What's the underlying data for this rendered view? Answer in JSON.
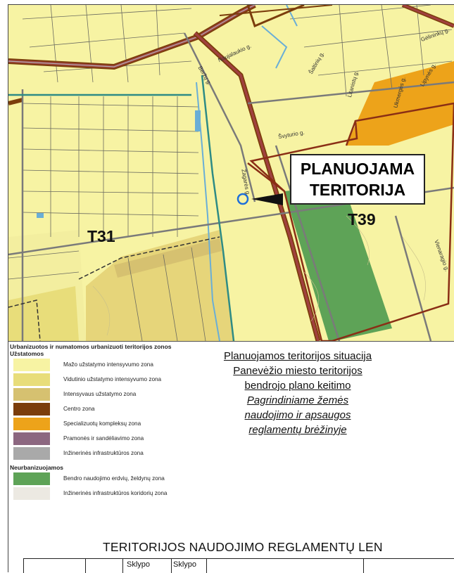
{
  "map": {
    "zones": {
      "t31": "T31",
      "t39": "T39"
    },
    "planned_area": {
      "line1": "PLANUOJAMA",
      "line2": "TERITORIJA"
    },
    "streets": [
      "Naujalaukio g.",
      "Žagarės g.",
      "Šaltinių g.",
      "Gėlininkų g.",
      "Švyturio g.",
      "Vienaragio g.",
      "Litanistų g.",
      "Ukmergės g.",
      "Beržų g.",
      "Lipynės g."
    ]
  },
  "legend": {
    "group1_title": "Urbanizuotos ir numatomos urbanizuoti teritorijos zonos",
    "group1_subtitle": "Užstatomos",
    "group1_items": [
      {
        "label": "Mažo užstatymo intensyvumo zona",
        "color": "#f7f3a3"
      },
      {
        "label": "Vidutinio užstatymo intensyvumo zona",
        "color": "#e8dd7a"
      },
      {
        "label": "Intensyvaus užstatymo zona",
        "color": "#d6c170"
      },
      {
        "label": "Centro zona",
        "color": "#7b3d0c"
      },
      {
        "label": "Specializuotų kompleksų zona",
        "color": "#eda31a"
      },
      {
        "label": "Pramonės ir sandėliavimo zona",
        "color": "#8c6780"
      },
      {
        "label": "Inžinerinės infrastruktūros zona",
        "color": "#a9a9a9"
      }
    ],
    "group2_title": "Neurbanizuojamos",
    "group2_items": [
      {
        "label": "Bendro naudojimo erdvių, želdynų zona",
        "color": "#5ea357"
      },
      {
        "label": "Inžinerinės infrastruktūros koridorių zona",
        "color": "#ece9e2"
      }
    ]
  },
  "caption": {
    "line1": "Planuojamos teritorijos situacija",
    "line2": "Panevėžio miesto teritorijos",
    "line3": "bendrojo plano keitimo",
    "line4": "Pagrindiniame žemės",
    "line5": "naudojimo ir apsaugos",
    "line6": "reglamentų brėžinyje"
  },
  "table": {
    "title": "TERITORIJOS NAUDOJIMO REGLAMENTŲ LEN",
    "headers": [
      "Sklypo",
      "Sklypo"
    ]
  }
}
